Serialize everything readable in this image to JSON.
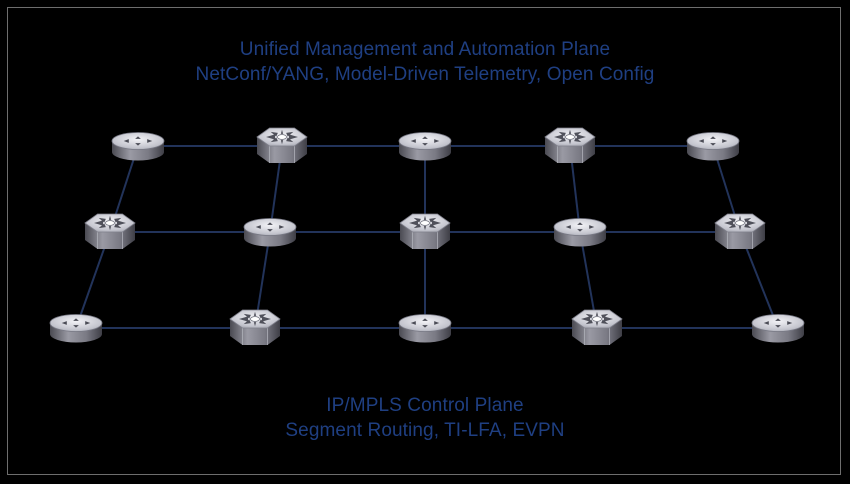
{
  "management_plane": {
    "title": "Unified Management and Automation Plane",
    "subtitle": "NetConf/YANG, Model-Driven Telemetry, Open Config"
  },
  "control_plane": {
    "title": "IP/MPLS Control Plane",
    "subtitle": "Segment Routing, TI-LFA, EVPN"
  },
  "colors": {
    "background": "#000000",
    "caption_text": "#1f3f82",
    "link_line": "#22335a",
    "frame_border": "#6e6e6e",
    "device_body": "#8a8a94",
    "device_top": "#cfd0d8"
  },
  "devices": [
    {
      "id": "r1",
      "type": "router",
      "icon": "router-icon"
    },
    {
      "id": "s1",
      "type": "switch",
      "icon": "switch-icon"
    },
    {
      "id": "r2",
      "type": "router",
      "icon": "router-icon"
    },
    {
      "id": "s2",
      "type": "switch",
      "icon": "switch-icon"
    },
    {
      "id": "r3",
      "type": "router",
      "icon": "router-icon"
    },
    {
      "id": "s3",
      "type": "switch",
      "icon": "switch-icon"
    },
    {
      "id": "r4",
      "type": "router",
      "icon": "router-icon"
    },
    {
      "id": "s4",
      "type": "switch",
      "icon": "switch-icon"
    },
    {
      "id": "r5",
      "type": "router",
      "icon": "router-icon"
    },
    {
      "id": "s5",
      "type": "switch",
      "icon": "switch-icon"
    },
    {
      "id": "r6",
      "type": "router",
      "icon": "router-icon"
    },
    {
      "id": "s6",
      "type": "switch",
      "icon": "switch-icon"
    },
    {
      "id": "r7",
      "type": "router",
      "icon": "router-icon"
    },
    {
      "id": "s7",
      "type": "switch",
      "icon": "switch-icon"
    },
    {
      "id": "r8",
      "type": "router",
      "icon": "router-icon"
    }
  ],
  "links": [
    [
      "r1",
      "s1"
    ],
    [
      "s1",
      "r2"
    ],
    [
      "r2",
      "s2"
    ],
    [
      "s2",
      "r3"
    ],
    [
      "s3",
      "r4"
    ],
    [
      "r4",
      "s4"
    ],
    [
      "s4",
      "r5"
    ],
    [
      "r5",
      "s5"
    ],
    [
      "r6",
      "s6"
    ],
    [
      "s6",
      "r7"
    ],
    [
      "r7",
      "s7"
    ],
    [
      "s7",
      "r8"
    ],
    [
      "r1",
      "s3"
    ],
    [
      "s3",
      "r6"
    ],
    [
      "s1",
      "r4"
    ],
    [
      "r4",
      "s6"
    ],
    [
      "r2",
      "s4"
    ],
    [
      "s4",
      "r7"
    ],
    [
      "s2",
      "r5"
    ],
    [
      "r5",
      "s7"
    ],
    [
      "r3",
      "s5"
    ],
    [
      "s5",
      "r8"
    ]
  ]
}
